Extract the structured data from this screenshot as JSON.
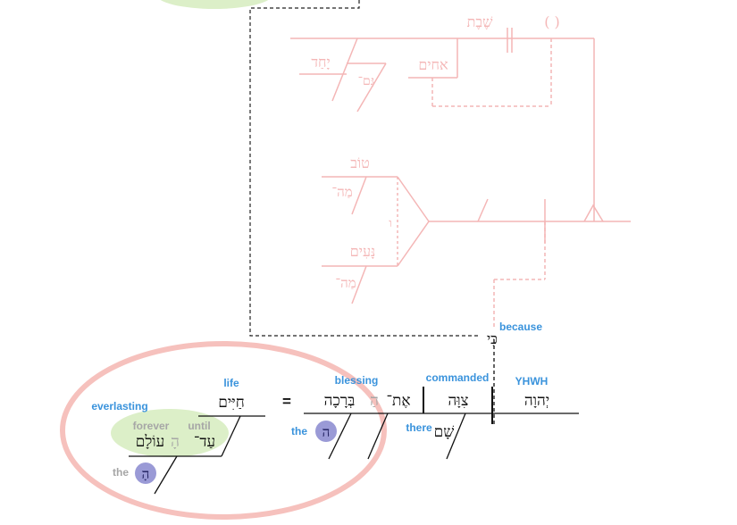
{
  "colors": {
    "faded": "#f4b6b6",
    "main_line": "#111111",
    "gloss_blue": "#3a93dc",
    "gloss_gray": "#a6a6a6",
    "article_circle": "#9a9ad6",
    "oval_red": "#f6c1bd",
    "oval_green": "#dcefc8"
  },
  "upper_clause": {
    "shabbat": "שֶׁבֶת",
    "paren": "(   )",
    "achim": "אחים",
    "yachad": "יָחַד",
    "gam": "גַּם־",
    "tov": "טוֹב",
    "mah_1": "מַה־",
    "vav": "ו",
    "naim": "נָּעִים",
    "mah_2": "מַה־"
  },
  "connector": {
    "ki": "כִּי",
    "ki_gloss": "because"
  },
  "main_clause": {
    "yhwh": "יְהוָה",
    "yhwh_gloss": "YHWH",
    "tsivah": "צִוָּה",
    "tsivah_gloss": "commanded",
    "sham": "שָׁם",
    "sham_gloss": "there",
    "et": "אֶת־",
    "ha_1": "הַ",
    "berakhah": "בְּרָכָה",
    "berakhah_gloss": "blessing",
    "article_1": "ה",
    "article_1_gloss": "the",
    "equals": "=",
    "chayim": "חַיִּים",
    "chayim_gloss": "life",
    "everlasting": "everlasting",
    "ad": "עַד־",
    "ad_gloss": "until",
    "ha_2": "הָ",
    "olam": "עוֹלָם",
    "olam_gloss": "forever",
    "article_2": "הָ",
    "article_2_gloss": "the"
  }
}
